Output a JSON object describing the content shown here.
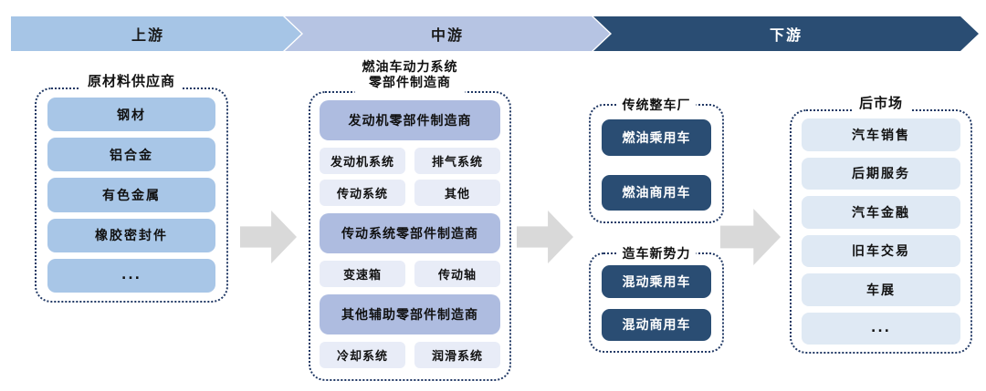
{
  "banners": {
    "upstream": {
      "label": "上游",
      "bg": "#a6c5e6"
    },
    "midstream": {
      "label": "中游",
      "bg": "#b6c4e3"
    },
    "downstream": {
      "label": "下游",
      "bg": "#2a4d73"
    }
  },
  "columns": {
    "raw_materials": {
      "title": "原材料供应商",
      "items": [
        "钢材",
        "铝合金",
        "有色金属",
        "橡胶密封件",
        "..."
      ]
    },
    "powertrain": {
      "title_line1": "燃油车动力系统",
      "title_line2": "零部件制造商",
      "groups": [
        {
          "header": "发动机零部件制造商",
          "items": [
            "发动机系统",
            "排气系统",
            "传动系统",
            "其他"
          ]
        },
        {
          "header": "传动系统零部件制造商",
          "items": [
            "变速箱",
            "传动轴"
          ]
        },
        {
          "header": "其他辅助零部件制造商",
          "items": [
            "冷却系统",
            "润滑系统"
          ]
        }
      ]
    },
    "oem": {
      "traditional": {
        "title": "传统整车厂",
        "items": [
          "燃油乘用车",
          "燃油商用车"
        ]
      },
      "new_forces": {
        "title": "造车新势力",
        "items": [
          "混动乘用车",
          "混动商用车"
        ]
      }
    },
    "aftermarket": {
      "title": "后市场",
      "items": [
        "汽车销售",
        "后期服务",
        "汽车金融",
        "旧车交易",
        "车展",
        "..."
      ]
    }
  },
  "colors": {
    "banner_upstream": "#a6c5e6",
    "banner_midstream": "#b6c4e3",
    "banner_downstream": "#2a4d73",
    "pill_light_blue": "#a8c6e7",
    "pill_periwinkle": "#aebce0",
    "pill_lavender": "#e8ecf7",
    "pill_dark_navy": "#2a4d73",
    "pill_pale_blue": "#dfe9f4",
    "dotted_border": "#203864",
    "flow_arrow": "#d9d9d9"
  }
}
